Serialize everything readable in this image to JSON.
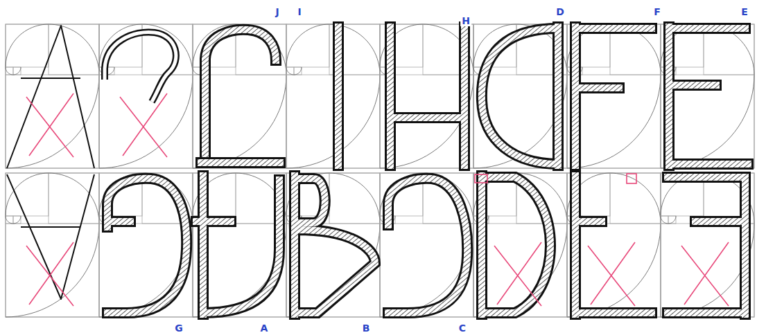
{
  "diagram": {
    "labels": [
      "J",
      "I",
      "H",
      "D",
      "F",
      "E",
      "G",
      "A",
      "B",
      "C"
    ]
  }
}
